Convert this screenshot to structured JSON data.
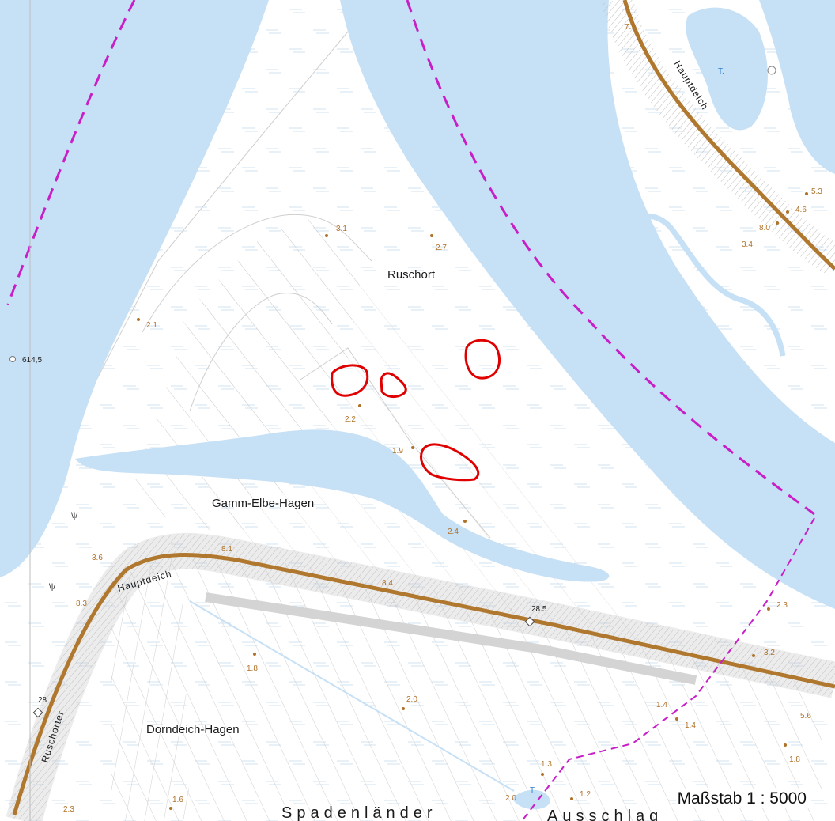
{
  "map": {
    "scale_label": "Maßstab 1 : 5000",
    "km_marker": "614,5",
    "places": {
      "ruschort": "Ruschort",
      "gamm_elbe_hagen": "Gamm-Elbe-Hagen",
      "dorndeich_hagen": "Dorndeich-Hagen",
      "spadenlaender": "Spadenländer",
      "ausschlag": "Ausschlag"
    },
    "dikes": {
      "hauptdeich_bottom": "Hauptdeich",
      "hauptdeich_top": "Hauptdeich",
      "ruschorter": "Ruschorter"
    },
    "water_marks": {
      "t1": "T.",
      "t2": "T."
    },
    "markers": {
      "m28": "28",
      "m28_5": "28.5"
    },
    "elevations": {
      "e7_9": "7.9",
      "e5_3": "5.3",
      "e4_6": "4.6",
      "e8_0": "8.0",
      "e3_4": "3.4",
      "e3_1": "3.1",
      "e2_7": "2.7",
      "e2_1": "2.1",
      "e2_2": "2.2",
      "e1_9": "1.9",
      "e2_4": "2.4",
      "e3_6": "3.6",
      "e8_1": "8.1",
      "e8_3": "8.3",
      "e8_4": "8.4",
      "e2_3a": "2.3",
      "e3_2": "3.2",
      "e1_8a": "1.8",
      "e2_0a": "2.0",
      "e1_4a": "1.4",
      "e1_4b": "1.4",
      "e5_6": "5.6",
      "e1_8b": "1.8",
      "e1_3": "1.3",
      "e1_2": "1.2",
      "e2_0b": "2.0",
      "e1_6": "1.6",
      "e2_3b": "2.3"
    },
    "colors": {
      "water": "#c6e0f5",
      "dike": "#b0782e",
      "boundary": "#c81ec8",
      "highlight": "#e00000",
      "parcel_line": "#c8c8c8",
      "elevation_text": "#b0722a"
    }
  }
}
